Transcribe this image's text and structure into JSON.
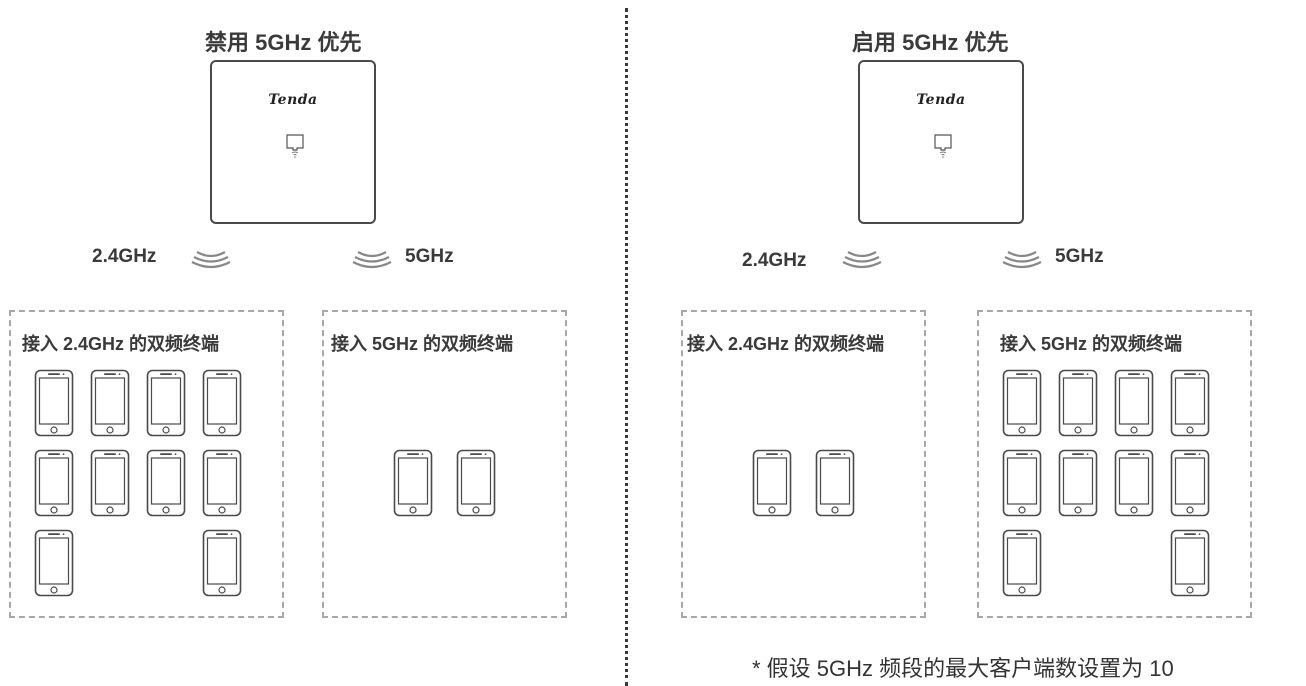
{
  "left": {
    "title": "禁用 5GHz 优先",
    "brand": "Tenda",
    "band_24": "2.4GHz",
    "band_5": "5GHz",
    "group_24_label": "接入 2.4GHz 的双频终端",
    "group_5_label": "接入 5GHz 的双频终端",
    "devices_24ghz": 10,
    "devices_5ghz": 2
  },
  "right": {
    "title": "启用 5GHz 优先",
    "brand": "Tenda",
    "band_24": "2.4GHz",
    "band_5": "5GHz",
    "group_24_label": "接入 2.4GHz 的双频终端",
    "group_5_label": "接入 5GHz 的双频终端",
    "devices_24ghz": 2,
    "devices_5ghz": 10
  },
  "footnote": "* 假设 5GHz 频段的最大客户端数设置为 10",
  "icons": {
    "access_point": "access-point-icon",
    "ethernet_port": "ethernet-port-icon",
    "wifi_signal": "wifi-wave-icon",
    "terminal": "smartphone-icon"
  },
  "colors": {
    "line": "#4a4a4a",
    "dashed_border": "#a8a8a8",
    "text": "#3a3a3a"
  }
}
